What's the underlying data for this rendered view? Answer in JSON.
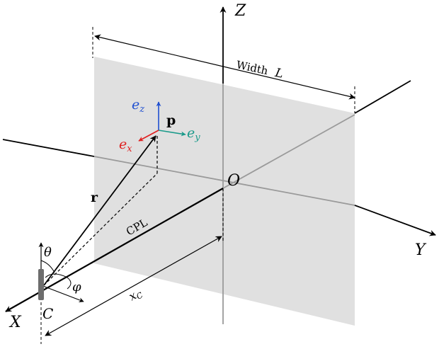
{
  "labels": {
    "axis_z": "Z",
    "axis_y": "Y",
    "axis_x": "X",
    "origin": "O",
    "width": "Width",
    "width_symbol": "L",
    "point_p": "p",
    "vector_r": "r",
    "cpl": "CPL",
    "xc": "x",
    "xc_sub": "C",
    "theta": "θ",
    "phi": "φ",
    "camera": "C",
    "e_z": "e",
    "e_z_sub": "z",
    "e_y": "e",
    "e_y_sub": "y",
    "e_x": "e",
    "e_x_sub": "x"
  },
  "colors": {
    "plane_fill": "#e0e0e0",
    "e_z": "#1f4fd0",
    "e_y": "#1a9a8a",
    "e_x": "#e02020",
    "ink": "#000000",
    "hidden_axis": "#9a9a9a",
    "camera_body": "#6d6d6d"
  }
}
